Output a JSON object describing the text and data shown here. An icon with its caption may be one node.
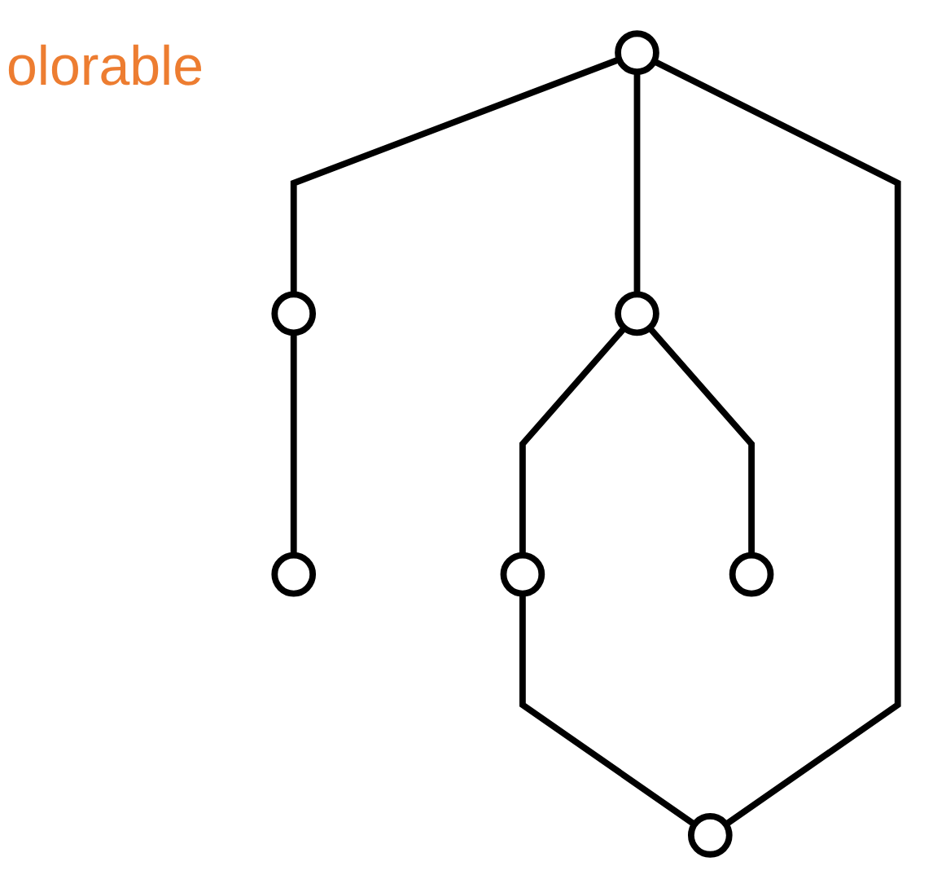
{
  "diagram": {
    "title": "olorable",
    "nodes": [
      {
        "text": [],
        "shape": "circle"
      },
      {
        "text": [],
        "shape": "circle"
      },
      {
        "text": [],
        "shape": "circle"
      },
      {
        "text": [],
        "shape": "circle"
      },
      {
        "text": [],
        "shape": "circle"
      },
      {
        "text": [],
        "shape": "circle"
      },
      {
        "text": [],
        "shape": "circle"
      }
    ],
    "edges": [
      {
        "from": 0,
        "to": 2,
        "arrow": "none"
      },
      {
        "from": 0,
        "to": 1,
        "arrow": "none"
      },
      {
        "from": 0,
        "to": 4,
        "arrow": "none"
      },
      {
        "from": 1,
        "to": 3,
        "arrow": "none"
      },
      {
        "from": 3,
        "to": 4,
        "arrow": "none"
      },
      {
        "from": 1,
        "to": 5,
        "arrow": "none"
      },
      {
        "from": 2,
        "to": 6,
        "arrow": "none"
      }
    ]
  }
}
